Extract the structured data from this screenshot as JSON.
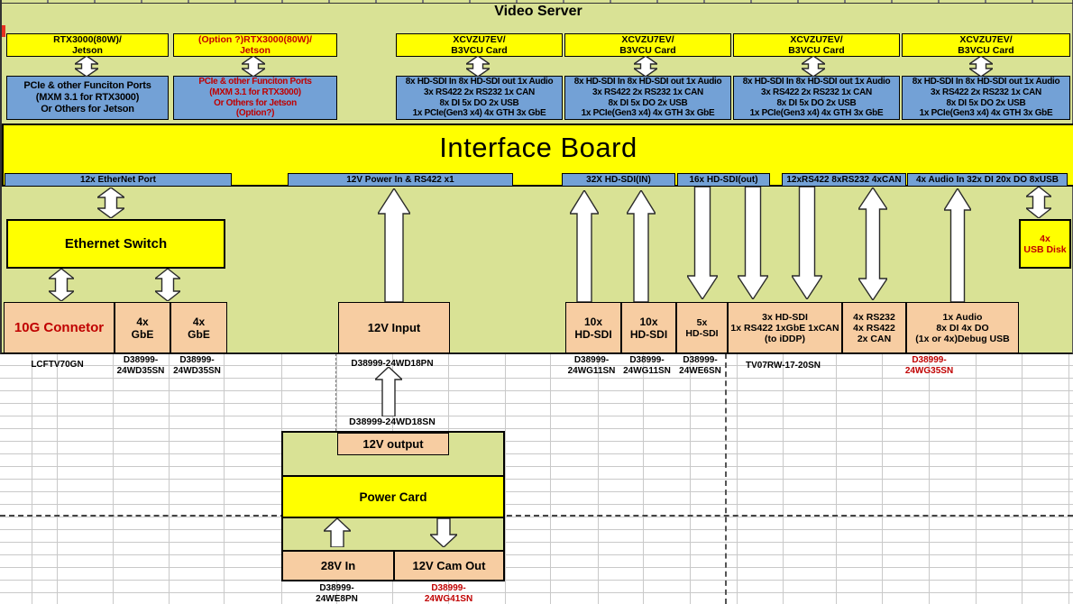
{
  "title": "Video Server",
  "interface_board_label": "Interface Board",
  "gpu_cards": [
    {
      "lines": [
        "RTX3000(80W)/",
        "Jetson"
      ],
      "style": "black"
    },
    {
      "lines": [
        "(Option ?)RTX3000(80W)/",
        "Jetson"
      ],
      "style": "red"
    }
  ],
  "gpu_ports": [
    {
      "lines": [
        "PCIe & other Funciton Ports",
        "(MXM 3.1 for RTX3000)",
        "Or Others for Jetson"
      ],
      "style": "black"
    },
    {
      "lines": [
        "PCIe & other Funciton Ports",
        "(MXM 3.1 for RTX3000)",
        "Or Others for Jetson",
        "(Option?)"
      ],
      "style": "red"
    }
  ],
  "vcu_card": {
    "lines": [
      "XCVZU7EV/",
      "B3VCU Card"
    ],
    "count": 4
  },
  "vcu_ports": {
    "lines": [
      "8x HD-SDI In 8x HD-SDI out 1x Audio",
      "3x RS422 2x RS232 1x CAN",
      "8x DI 5x DO 2x USB",
      "1x PCIe(Gen3 x4) 4x GTH 3x GbE"
    ]
  },
  "board_ports": [
    "12x EtherNet Port",
    "12V Power In & RS422 x1",
    "32X HD-SDI(IN)",
    "16x HD-SDI(out)",
    "12xRS422 8xRS232 4xCAN",
    "4x Audio In 32x DI 20x DO 8xUSB"
  ],
  "ethernet_switch_label": "Ethernet Switch",
  "usb_disk": {
    "lines": [
      "4x",
      "USB Disk"
    ],
    "style": "red"
  },
  "io_boxes": [
    {
      "lines": [
        "10G Connetor"
      ],
      "style": "red"
    },
    {
      "lines": [
        "4x",
        "GbE"
      ]
    },
    {
      "lines": [
        "4x",
        "GbE"
      ]
    },
    {
      "lines": [
        "12V Input"
      ]
    },
    {
      "lines": [
        "10x",
        "HD-SDI"
      ]
    },
    {
      "lines": [
        "10x",
        "HD-SDI"
      ]
    },
    {
      "lines": [
        "5x",
        "HD-SDI"
      ]
    },
    {
      "lines": [
        "3x HD-SDI",
        "1x RS422 1xGbE 1xCAN",
        "(to iDDP)"
      ]
    },
    {
      "lines": [
        "4x RS232",
        "4x RS422",
        "2x CAN"
      ]
    },
    {
      "lines": [
        "1x Audio",
        "8x DI 4x DO",
        "(1x or 4x)Debug USB"
      ]
    }
  ],
  "connectors": [
    {
      "lines": [
        "LCFTV70GN"
      ]
    },
    {
      "lines": [
        "D38999-",
        "24WD35SN"
      ]
    },
    {
      "lines": [
        "D38999-",
        "24WD35SN"
      ]
    },
    {
      "lines": [
        "D38999-24WD18PN"
      ]
    },
    {
      "lines": [
        "D38999-",
        "24WG11SN"
      ]
    },
    {
      "lines": [
        "D38999-",
        "24WG11SN"
      ]
    },
    {
      "lines": [
        "D38999-",
        "24WE6SN"
      ]
    },
    {
      "lines": [
        "TV07RW-17-20SN"
      ]
    },
    {
      "lines": [
        "D38999-",
        "24WG35SN"
      ],
      "style": "red"
    }
  ],
  "power": {
    "link_connector": "D38999-24WD18SN",
    "output_label": "12V output",
    "card_label": "Power Card",
    "in_label": "28V In",
    "cam_out_label": "12V Cam Out",
    "in_connector": {
      "lines": [
        "D38999-",
        "24WE8PN"
      ]
    },
    "cam_connector": {
      "lines": [
        "D38999-",
        "24WG41SN"
      ],
      "style": "red"
    }
  },
  "colors": {
    "bg_green": "#d9e295",
    "box_yellow": "#ffff00",
    "box_blue": "#73a1d6",
    "box_peach": "#f7cda2",
    "accent_red": "#c00000"
  }
}
